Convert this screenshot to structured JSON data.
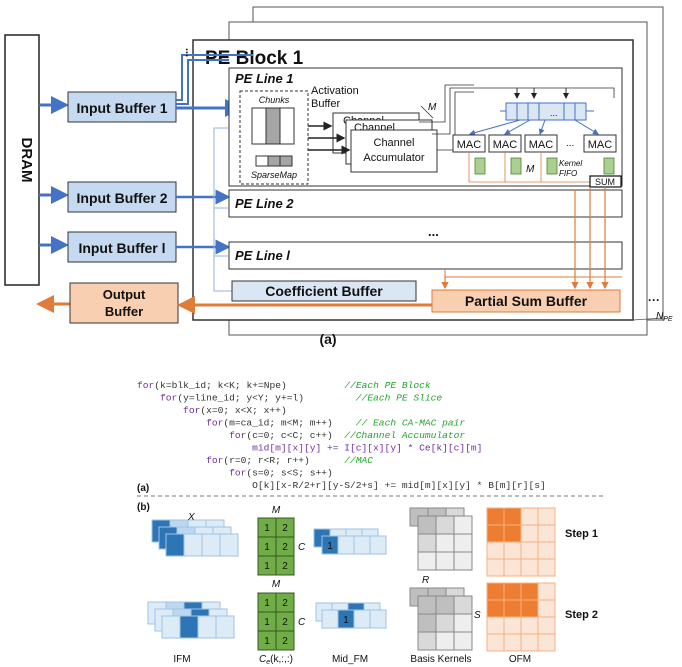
{
  "top": {
    "dram": "DRAM",
    "input_buffers": [
      "Input Buffer 1",
      "Input Buffer 2",
      "Input Buffer l"
    ],
    "output_buffer": [
      "Output",
      "Buffer"
    ],
    "pe_block": "PE Block 1",
    "pe_lines": [
      "PE Line 1",
      "PE Line 2",
      "PE Line l"
    ],
    "activation_buffer": [
      "Activation",
      "Buffer"
    ],
    "chunks": "Chunks",
    "sparsemap": "SparseMap",
    "channel": "Channel",
    "channel_accumulator": [
      "Channel",
      "Accumulator"
    ],
    "m": "M",
    "mac": "MAC",
    "ellipsis": "...",
    "ellipsis_wide": "···",
    "kernel_fifo": [
      "Kernel",
      "FIFO"
    ],
    "sum": "SUM",
    "coefficient_buffer": "Coefficient Buffer",
    "partial_sum_buffer": "Partial Sum Buffer",
    "npe": "N",
    "npe_sub": "PE",
    "caption_a": "(a)"
  },
  "code": [
    [
      {
        "t": "for",
        "c": "#7030a0"
      },
      {
        "t": "(",
        "c": "#333"
      },
      {
        "t": "k",
        "c": "#333"
      },
      {
        "t": "=blk_id; ",
        "c": "#333"
      },
      {
        "t": "k",
        "c": "#333"
      },
      {
        "t": "<K; ",
        "c": "#333"
      },
      {
        "t": "k",
        "c": "#333"
      },
      {
        "t": "+=Npe)",
        "c": "#333"
      },
      {
        "t": "          //Each PE Block",
        "c": "#21a52b"
      }
    ],
    [
      {
        "t": "    for",
        "c": "#7030a0"
      },
      {
        "t": "(y=line_id; y<Y; y+=l)",
        "c": "#333"
      },
      {
        "t": "         //Each PE Slice",
        "c": "#21a52b"
      }
    ],
    [
      {
        "t": "        for",
        "c": "#7030a0"
      },
      {
        "t": "(x=0; x<X; x++)",
        "c": "#333"
      }
    ],
    [
      {
        "t": "            for",
        "c": "#7030a0"
      },
      {
        "t": "(m=ca_id; m<M; m++)",
        "c": "#333"
      },
      {
        "t": "    // Each CA-MAC pair",
        "c": "#21a52b"
      }
    ],
    [
      {
        "t": "                for",
        "c": "#7030a0"
      },
      {
        "t": "(c=0; c<C; c++)",
        "c": "#333"
      },
      {
        "t": "  //Channel Accumulator",
        "c": "#21a52b"
      }
    ],
    [
      {
        "t": "                    mid[m][x][y] += I[c][x][y] * Ce[k][c][m]",
        "c": "#7030a0"
      }
    ],
    [
      {
        "t": "            for",
        "c": "#7030a0"
      },
      {
        "t": "(r=0; r<R; r++)",
        "c": "#333"
      },
      {
        "t": "      //MAC",
        "c": "#21a52b"
      }
    ],
    [
      {
        "t": "                for",
        "c": "#7030a0"
      },
      {
        "t": "(s=0; s<S; s++)",
        "c": "#333"
      }
    ],
    [
      {
        "t": "                    O[k][x-R/2+r][y-S/2+s] += mid[m][x][y] * B[m][r][s]",
        "c": "#333"
      }
    ]
  ],
  "bottom": {
    "caption_a": "(a)",
    "caption_b": "(b)",
    "x": "X",
    "m": "M",
    "c": "C",
    "r": "R",
    "s": "S",
    "one": "1",
    "two": "2",
    "step1": "Step 1",
    "step2": "Step 2",
    "labels": [
      "IFM",
      "C",
      "Mid_FM",
      "Basis Kernels",
      "OFM"
    ],
    "ce_sub": "e",
    "ce_args": "(k,:,:)"
  }
}
